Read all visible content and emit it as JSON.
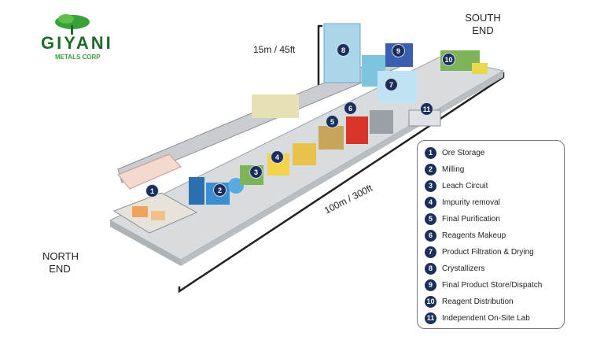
{
  "logo": {
    "name": "GIYANI",
    "sub": "METALS CORP"
  },
  "ends": {
    "south_line1": "SOUTH",
    "south_line2": "END",
    "north_line1": "NORTH",
    "north_line2": "END"
  },
  "dimensions": {
    "height": "15m / 45ft",
    "length": "100m / 300ft"
  },
  "legend": [
    {
      "num": "1",
      "label": "Ore Storage"
    },
    {
      "num": "2",
      "label": "Milling"
    },
    {
      "num": "3",
      "label": "Leach Circuit"
    },
    {
      "num": "4",
      "label": "Impurity removal"
    },
    {
      "num": "5",
      "label": "Final Purification"
    },
    {
      "num": "6",
      "label": "Reagents Makeup"
    },
    {
      "num": "7",
      "label": "Product Filtration & Drying"
    },
    {
      "num": "8",
      "label": "Crystallizers"
    },
    {
      "num": "9",
      "label": "Final Product Store/Dispatch"
    },
    {
      "num": "10",
      "label": "Reagent Distribution"
    },
    {
      "num": "11",
      "label": "Independent On-Site Lab"
    }
  ],
  "colors": {
    "marker": "#1a2f5a",
    "logo_green": "#1f6b2c",
    "tank_blue": "#3a8fd0",
    "building_grey": "#c9ccd1"
  }
}
